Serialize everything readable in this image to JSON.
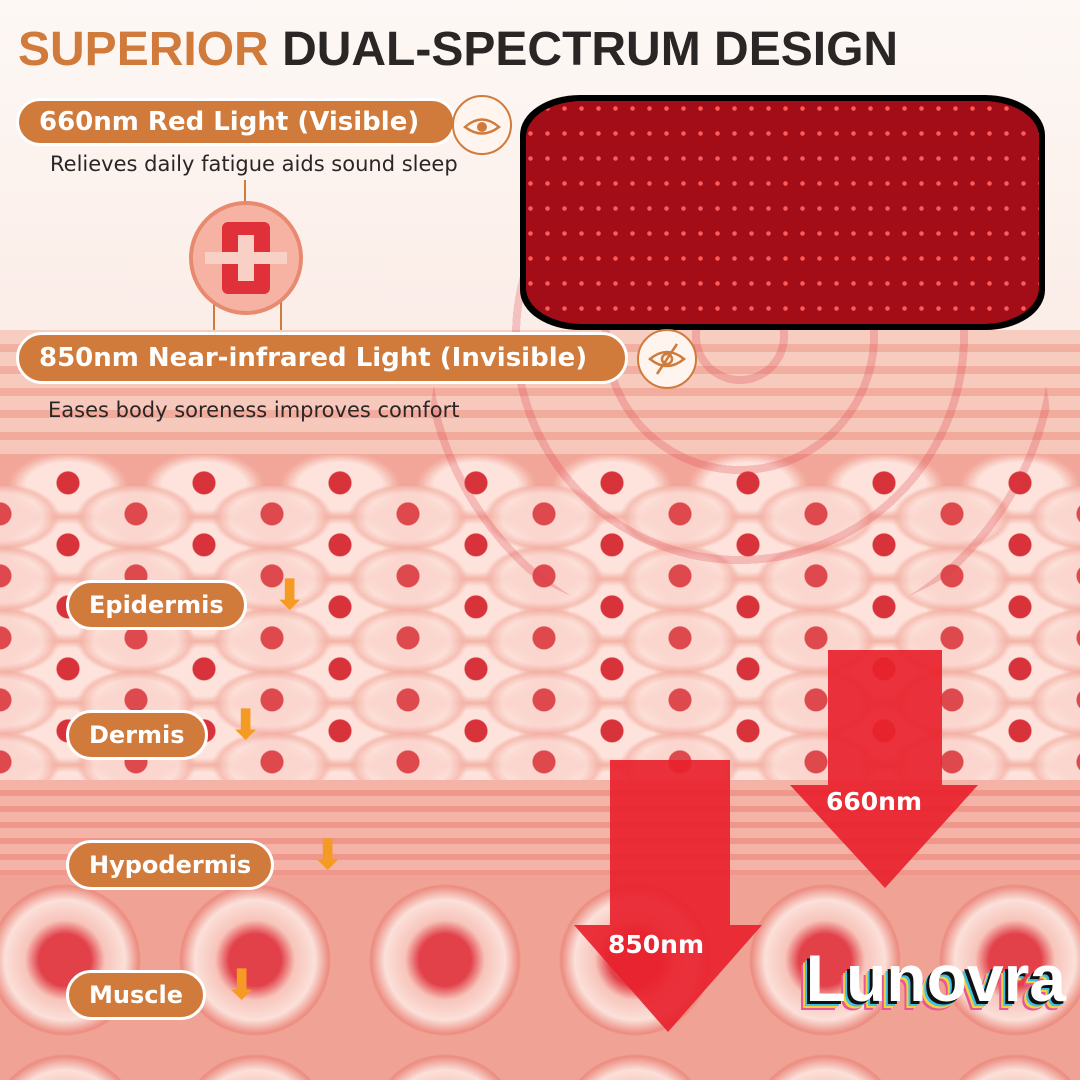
{
  "title": {
    "accent": "SUPERIOR",
    "main": "DUAL-SPECTRUM DESIGN"
  },
  "red_light": {
    "label": "660nm Red Light (Visible)",
    "description": "Relieves daily fatigue aids sound sleep",
    "icon": "eye-icon"
  },
  "nir_light": {
    "label": "850nm Near-infrared Light (Invisible)",
    "description": "Eases body soreness improves comfort",
    "icon": "eye-slash-icon"
  },
  "layers": [
    "Epidermis",
    "Dermis",
    "Hypodermis",
    "Muscle"
  ],
  "arrows": {
    "red": "660nm",
    "nir": "850nm"
  },
  "watermark": "Lunovra",
  "colors": {
    "accent": "#d07a3c",
    "arrow": "#e8222e",
    "pad": "#a30d17"
  }
}
